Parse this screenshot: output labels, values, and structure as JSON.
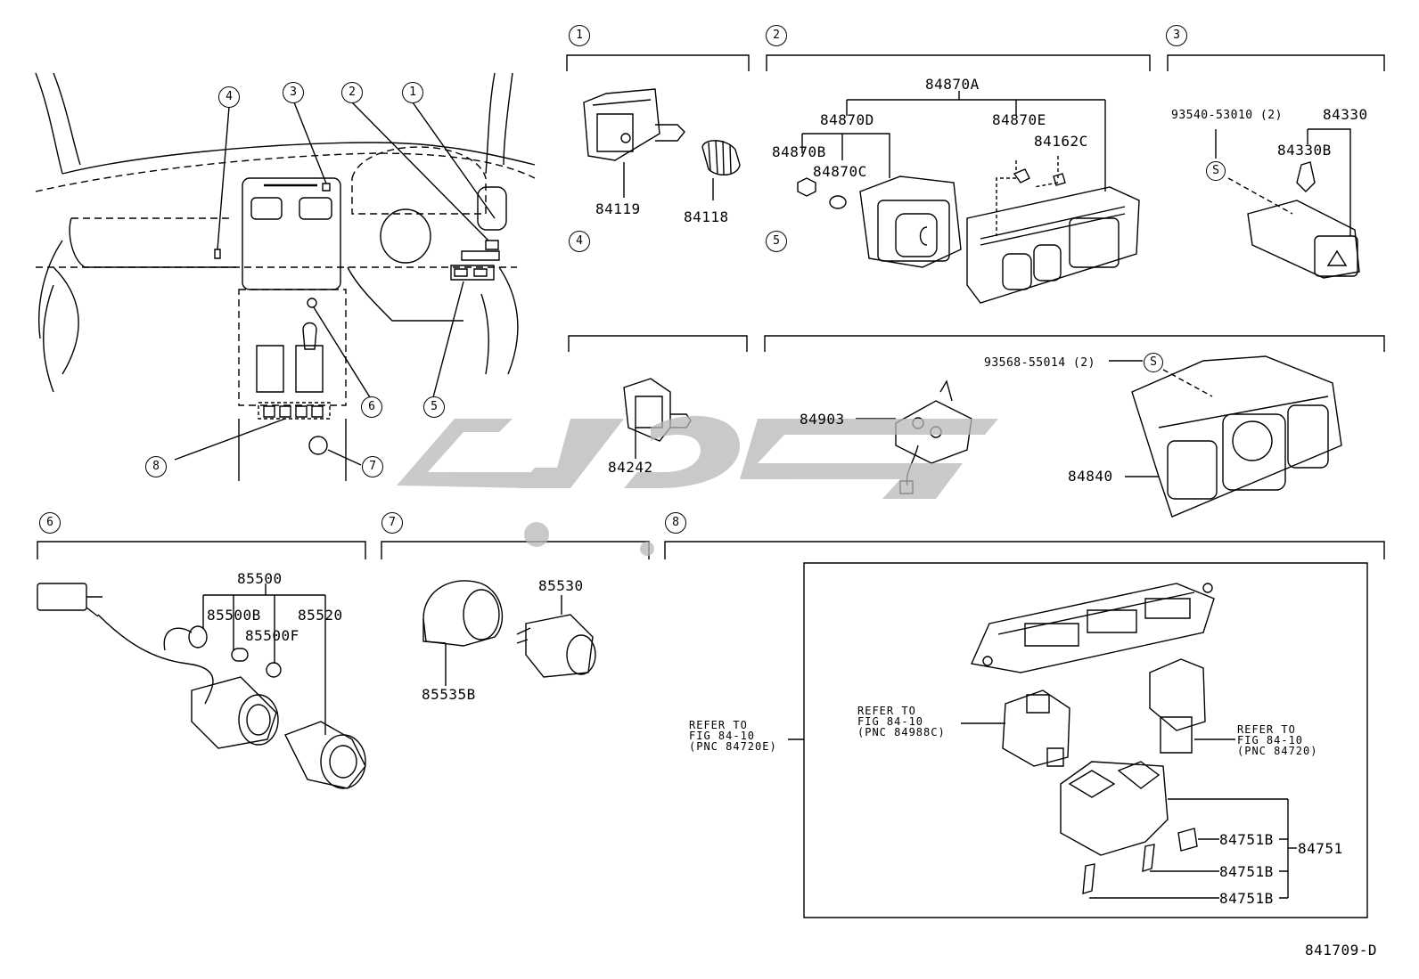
{
  "overview": {
    "callouts": [
      "1",
      "2",
      "3",
      "4",
      "5",
      "6",
      "7",
      "8"
    ]
  },
  "sections": [
    {
      "id": "1",
      "parts": [
        "84119",
        "84118"
      ]
    },
    {
      "id": "2",
      "parts": [
        "84870A",
        "84870D",
        "84870E",
        "84162C",
        "84870B",
        "84870C"
      ]
    },
    {
      "id": "3",
      "parts": [
        "93540-53010 (2)",
        "84330",
        "84330B"
      ],
      "screw": "S"
    },
    {
      "id": "4",
      "parts": [
        "84242"
      ]
    },
    {
      "id": "5",
      "parts": [
        "93568-55014 (2)",
        "84903",
        "84840"
      ],
      "screw": "S"
    },
    {
      "id": "6",
      "parts": [
        "85500",
        "85500B",
        "85500F",
        "85520"
      ]
    },
    {
      "id": "7",
      "parts": [
        "85530",
        "85535B"
      ]
    },
    {
      "id": "8",
      "parts": [
        "84751B",
        "84751B",
        "84751B",
        "84751"
      ],
      "refs": [
        "REFER TO\nFIG 84-10\n(PNC 84720E)",
        "REFER TO\nFIG 84-10\n(PNC 84988C)",
        "REFER TO\nFIG 84-10\n(PNC 84720)"
      ]
    }
  ],
  "diagram_code": "841709-D"
}
